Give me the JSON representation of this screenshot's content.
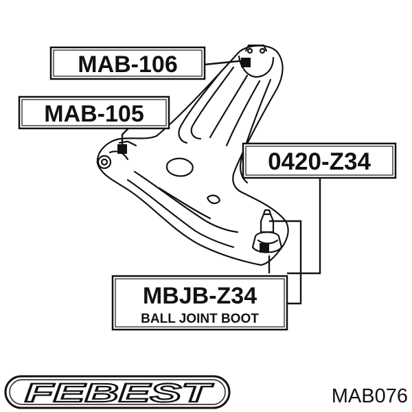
{
  "labels": {
    "upper_bushing": "MAB-106",
    "front_bushing": "MAB-105",
    "ball_joint": "0420-Z34",
    "boot": "MBJB-Z34",
    "boot_desc": "BALL JOINT BOOT"
  },
  "brand": {
    "logo_text": "FEBEST"
  },
  "article": "MAB076",
  "colors": {
    "ink": "#111111",
    "background": "#ffffff"
  }
}
